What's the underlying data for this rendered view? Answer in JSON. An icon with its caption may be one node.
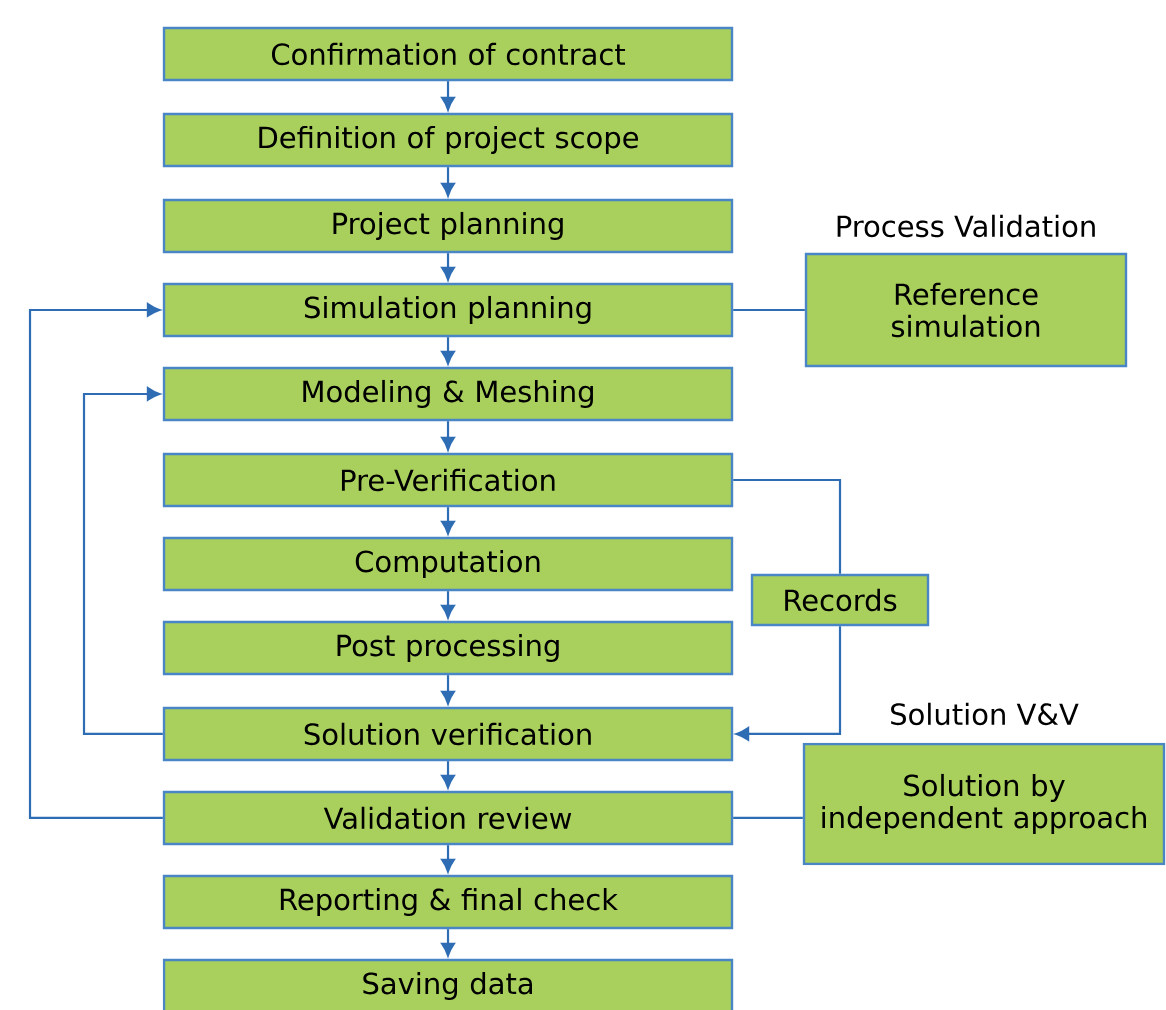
{
  "diagram": {
    "nodes": [
      {
        "text": [
          "Confirmation of contract"
        ]
      },
      {
        "text": [
          "Definition of project scope"
        ]
      },
      {
        "text": [
          "Project planning"
        ]
      },
      {
        "text": [
          "Simulation planning"
        ]
      },
      {
        "text": [
          "Modeling & Meshing"
        ]
      },
      {
        "text": [
          "Pre-Verification"
        ]
      },
      {
        "text": [
          "Computation"
        ]
      },
      {
        "text": [
          "Post processing"
        ]
      },
      {
        "text": [
          "Solution verification"
        ]
      },
      {
        "text": [
          "Validation review"
        ]
      },
      {
        "text": [
          "Reporting & final check"
        ]
      },
      {
        "text": [
          "Saving data"
        ]
      },
      {
        "text": [
          "Process Validation",
          "Reference simulation"
        ]
      },
      {
        "text": [
          "Records"
        ]
      },
      {
        "text": [
          "Solution V&V",
          "Solution by independent approach"
        ]
      }
    ],
    "edges": [
      {
        "from": 0,
        "to": 1,
        "arrow": "to"
      },
      {
        "from": 1,
        "to": 2,
        "arrow": "to"
      },
      {
        "from": 2,
        "to": 3,
        "arrow": "to"
      },
      {
        "from": 3,
        "to": 4,
        "arrow": "to"
      },
      {
        "from": 4,
        "to": 5,
        "arrow": "to"
      },
      {
        "from": 5,
        "to": 6,
        "arrow": "to"
      },
      {
        "from": 6,
        "to": 7,
        "arrow": "to"
      },
      {
        "from": 7,
        "to": 8,
        "arrow": "to"
      },
      {
        "from": 8,
        "to": 9,
        "arrow": "to"
      },
      {
        "from": 9,
        "to": 10,
        "arrow": "to"
      },
      {
        "from": 10,
        "to": 11,
        "arrow": "to"
      },
      {
        "from": 9,
        "to": 3,
        "arrow": "to"
      },
      {
        "from": 8,
        "to": 4,
        "arrow": "to"
      },
      {
        "from": 3,
        "to": 12,
        "arrow": "none"
      },
      {
        "from": 9,
        "to": 14,
        "arrow": "none"
      },
      {
        "from": 5,
        "to": 13,
        "arrow": "none"
      },
      {
        "from": 13,
        "to": 8,
        "arrow": "to"
      }
    ]
  }
}
